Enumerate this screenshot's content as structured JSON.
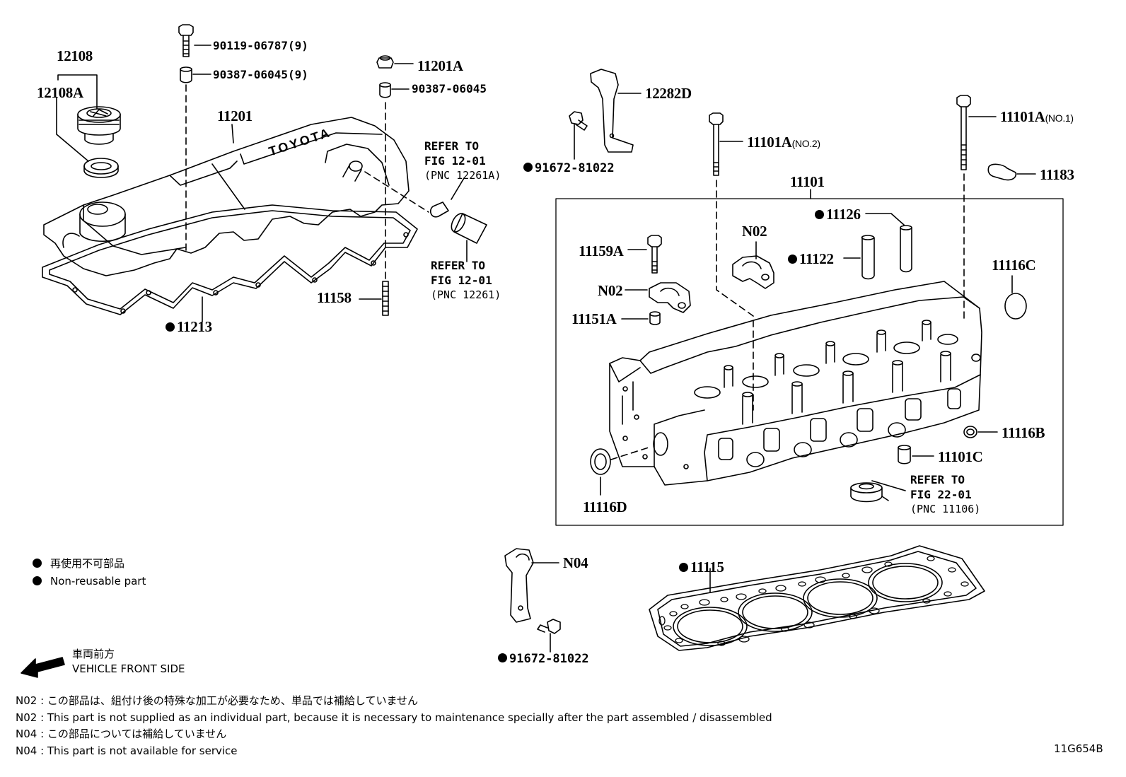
{
  "parts": {
    "p12108": "12108",
    "p12108A": "12108A",
    "p90119": "90119-06787(9)",
    "p90387a": "90387-06045(9)",
    "p11201": "11201",
    "p11201A": "11201A",
    "p90387b": "90387-06045",
    "p11158": "11158",
    "p11213": "11213",
    "p12282D": "12282D",
    "p91672a": "91672-81022",
    "p11101A2": "11101A",
    "p11101A2q": "(NO.2)",
    "p11101A1": "11101A",
    "p11101A1q": "(NO.1)",
    "p11183": "11183",
    "p11101": "11101",
    "p11126": "11126",
    "p11122": "11122",
    "pN02a": "N02",
    "pN02b": "N02",
    "p11159A": "11159A",
    "p11151A": "11151A",
    "p11116C": "11116C",
    "p11116B": "11116B",
    "p11101C": "11101C",
    "p11116D": "11116D",
    "pN04": "N04",
    "p91672b": "91672-81022",
    "p11115": "11115"
  },
  "refs": {
    "r1_l1": "REFER TO",
    "r1_l2": "FIG 12-01",
    "r1_l3": "(PNC 12261A)",
    "r2_l1": "REFER TO",
    "r2_l2": "FIG 12-01",
    "r2_l3": "(PNC 12261)",
    "r3_l1": "REFER TO",
    "r3_l2": "FIG 22-01",
    "r3_l3": "(PNC 11106)"
  },
  "legend": {
    "non_reusable_jp": "再使用不可部品",
    "non_reusable_en": "Non-reusable part",
    "front_jp": "車両前方",
    "front_en": "VEHICLE FRONT SIDE"
  },
  "notes": {
    "n1": "N02 : この部品は、組付け後の特殊な加工が必要なため、単品では補給していません",
    "n2": "N02 : This part is not supplied as an individual part, because it is necessary to maintenance specially after the part assembled / disassembled",
    "n3": "N04 : この部品については補給していません",
    "n4": "N04 : This part is not available for service"
  },
  "drawing_code": "11G654B"
}
